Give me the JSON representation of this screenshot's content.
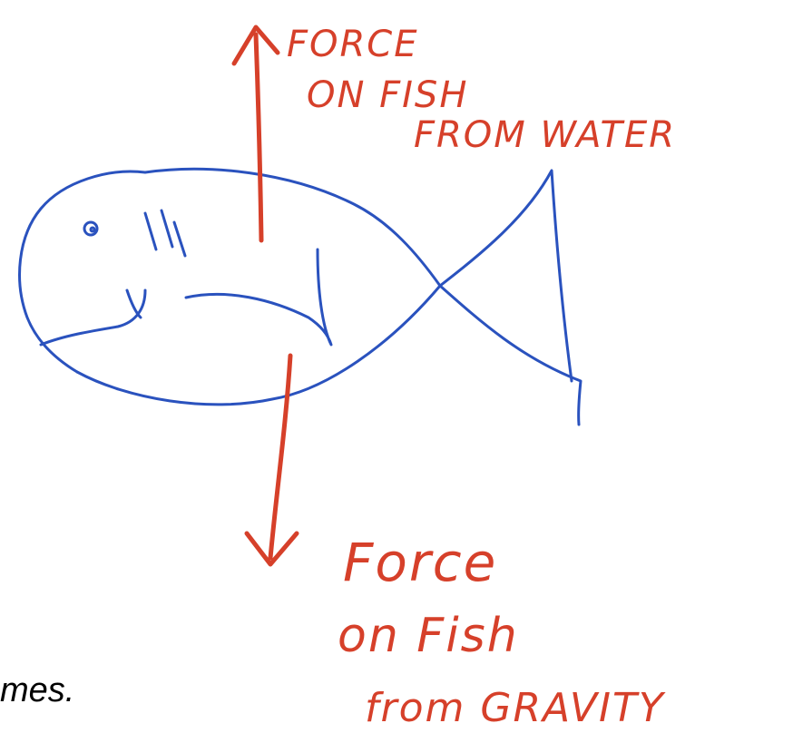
{
  "colors": {
    "fish": "#2a52be",
    "arrows": "#d6402a",
    "text": "#000000",
    "background": "#ffffff"
  },
  "labels": {
    "up_line_1": "FORCE",
    "up_line_2": "ON FISH",
    "up_line_3": "FROM WATER",
    "down_line_1": "Force",
    "down_line_2": "on Fish",
    "down_line_3": "from GRAVITY"
  },
  "caption": {
    "fragment": "mes."
  }
}
